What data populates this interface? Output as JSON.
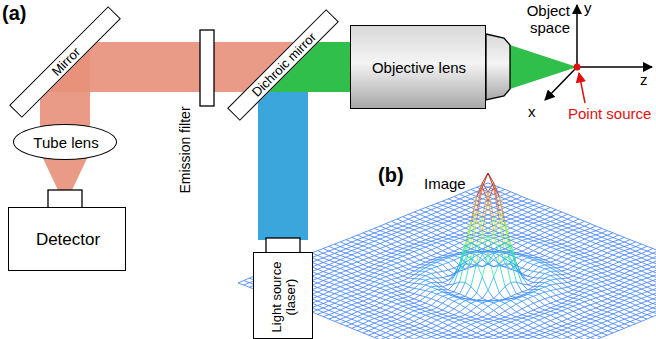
{
  "diagram": {
    "nodes": [
      {
        "text": [
          "Mirror"
        ]
      },
      {
        "text": [
          "Tube lens"
        ]
      },
      {
        "text": [
          "Detector"
        ]
      },
      {
        "text": [
          "Emission filter"
        ]
      },
      {
        "text": [
          "Dichroic mirror"
        ]
      },
      {
        "text": [
          "Light source (laser)"
        ]
      },
      {
        "text": [
          "Objective lens"
        ]
      }
    ],
    "labels": [
      "(a)",
      "Object space",
      "y",
      "z",
      "x",
      "Point source",
      "(b)",
      "Image"
    ]
  }
}
